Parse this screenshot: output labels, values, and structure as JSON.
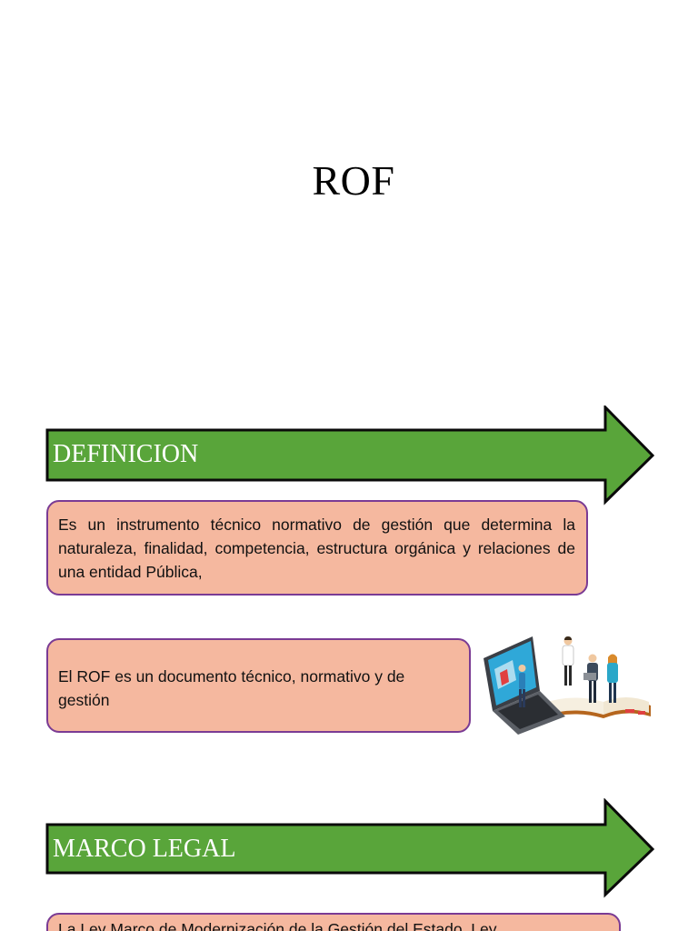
{
  "title": "ROF",
  "sections": [
    {
      "heading": "DEFINICION",
      "boxes": [
        "Es un instrumento técnico normativo de gestión que determina la naturaleza, finalidad, competencia, estructura orgánica y relaciones de una entidad Pública,",
        "El ROF es un documento técnico, normativo y de gestión"
      ]
    },
    {
      "heading": "MARCO LEGAL",
      "boxes": [
        "La Ley Marco de Modernización de la Gestión del Estado, Ley"
      ]
    }
  ],
  "illustration": {
    "icon": "team-laptop-book-illustration"
  },
  "colors": {
    "arrow_fill": "#59a53a",
    "arrow_stroke": "#0a0a0a",
    "box_fill": "#f5b89f",
    "box_border": "#7a3b94"
  }
}
